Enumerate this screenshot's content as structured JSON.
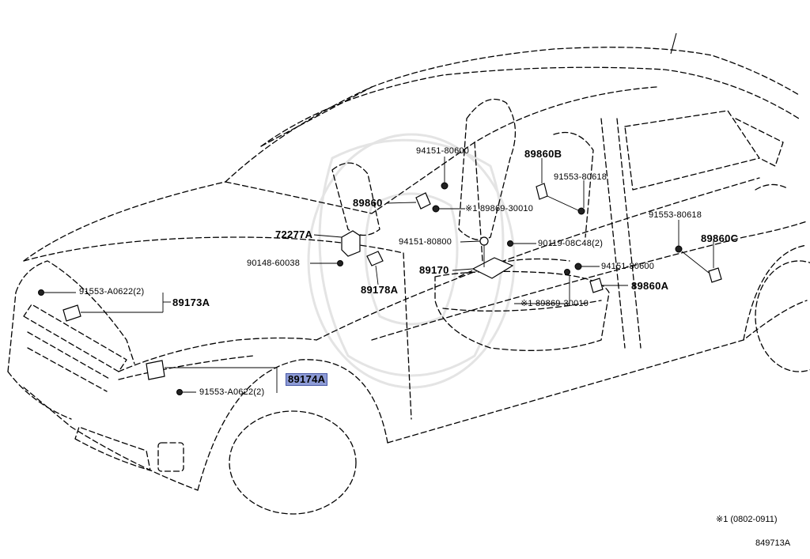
{
  "labels": {
    "p94151_80600_top": "94151-80600",
    "p89860B": "89860B",
    "p91553_80618_a": "91553-80618",
    "p89860": "89860",
    "p89869_30010_top": "※1 89869-30010",
    "p91553_80618_b": "91553-80618",
    "p72277A": "72277A",
    "p94151_80800": "94151-80800",
    "p90119_08C48": "90119-08C48(2)",
    "p89860C": "89860C",
    "p90148_60038": "90148-60038",
    "p94151_80600_mid": "94151-80600",
    "p89170": "89170",
    "p89860A": "89860A",
    "p91553_A0622_top": "91553-A0622(2)",
    "p89173A": "89173A",
    "p89178A": "89178A",
    "p89869_30010_bot": "※1 89869-30010",
    "p89174A": "89174A",
    "p91553_A0622_bot": "91553-A0622(2)"
  },
  "footnote": "※1 (0802-0911)",
  "figure_code": "849713A",
  "highlight_color": "#8d9bd6"
}
